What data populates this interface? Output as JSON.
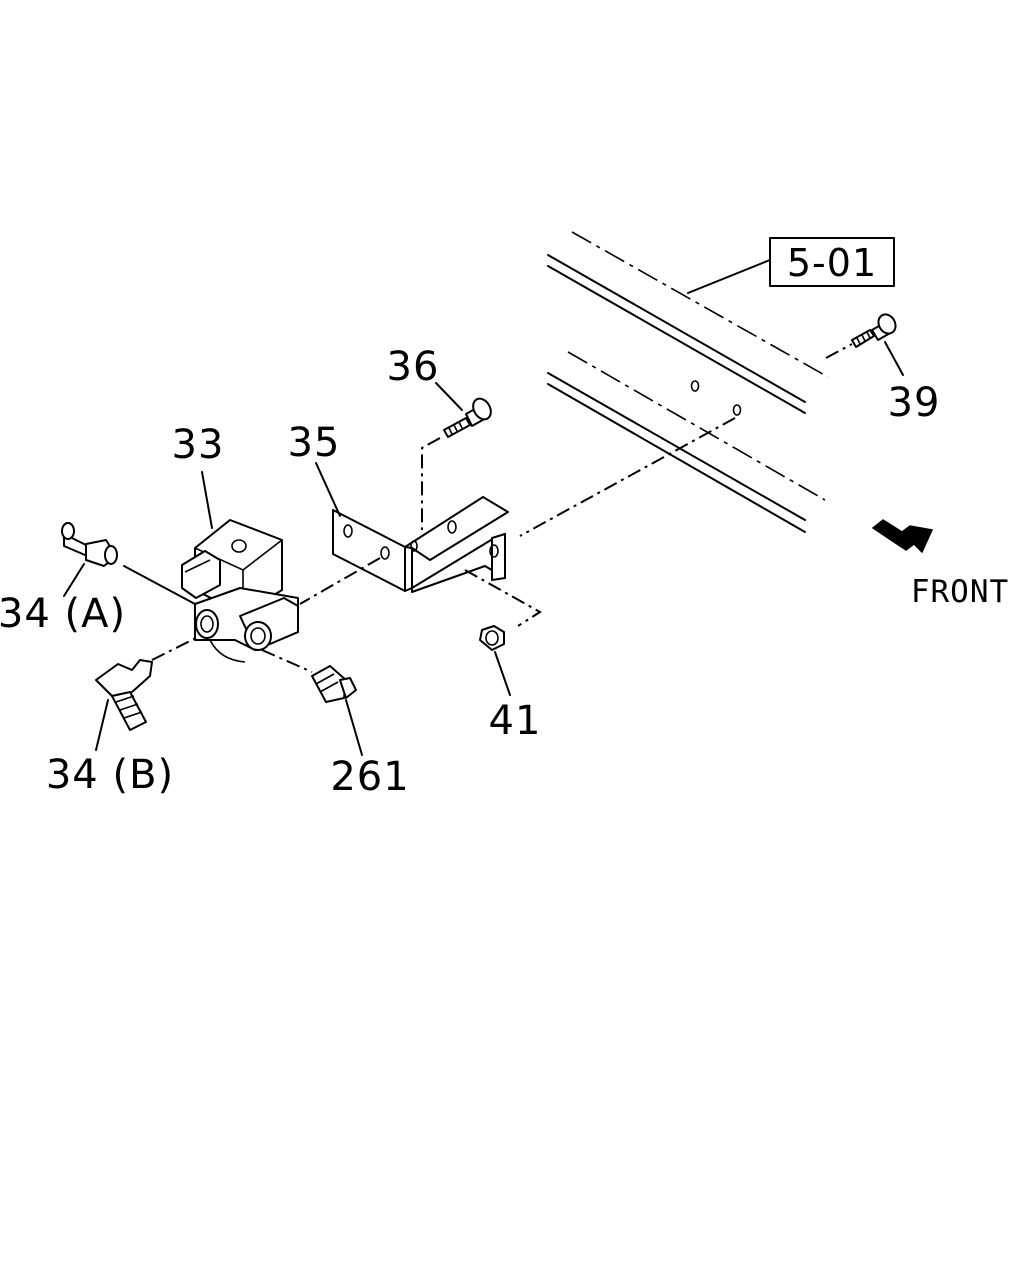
{
  "diagram": {
    "callouts": {
      "c33": "33",
      "c34a": "34 (A)",
      "c34b": "34 (B)",
      "c35": "35",
      "c36": "36",
      "c39": "39",
      "c41": "41",
      "c261": "261"
    },
    "reference_box": "5-01",
    "front_label": "FRONT",
    "icons": {
      "front_arrow": "front-direction-arrow-icon"
    }
  }
}
